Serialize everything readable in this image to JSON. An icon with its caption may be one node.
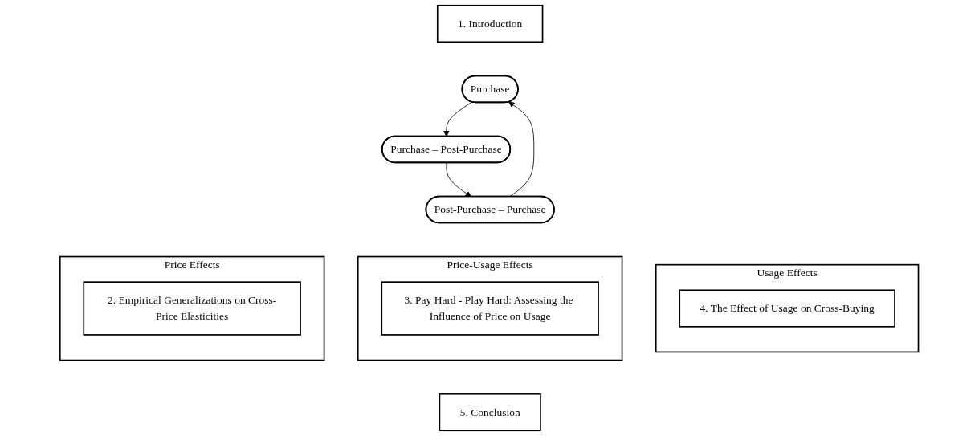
{
  "diagram": {
    "nodes": [
      {
        "text": [
          "1. Introduction"
        ]
      },
      {
        "text": [
          "Purchase"
        ]
      },
      {
        "text": [
          "Purchase – Post-Purchase"
        ]
      },
      {
        "text": [
          "Post-Purchase – Purchase"
        ]
      },
      {
        "text": [
          "Price Effects"
        ]
      },
      {
        "text": [
          "2. Empirical Generalizations on Cross-Price Elasticities"
        ],
        "in": 4
      },
      {
        "text": [
          "Price-Usage Effects"
        ]
      },
      {
        "text": [
          "3. Pay Hard - Play Hard: Assessing the Influence of Price on Usage"
        ],
        "in": 6
      },
      {
        "text": [
          "Usage Effects"
        ]
      },
      {
        "text": [
          "4. The Effect of Usage on Cross-Buying"
        ],
        "in": 8
      },
      {
        "text": [
          "5. Conclusion"
        ]
      }
    ],
    "edges": [
      {
        "from": 1,
        "to": 2,
        "arrow": "to"
      },
      {
        "from": 2,
        "to": 3,
        "arrow": "to"
      },
      {
        "from": 3,
        "to": 1,
        "arrow": "to"
      }
    ]
  }
}
